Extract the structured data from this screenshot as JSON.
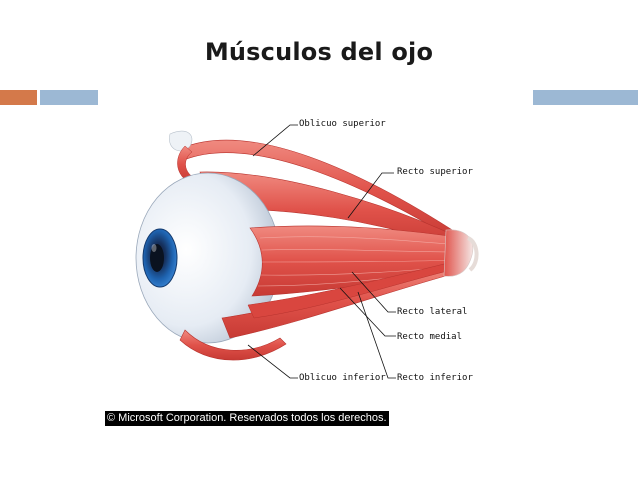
{
  "slide": {
    "title": "Músculos del ojo",
    "copyright": "© Microsoft Corporation. Reservados todos los derechos."
  },
  "diagram": {
    "labels": {
      "oblicuo_superior": "Oblicuo superior",
      "recto_superior": "Recto superior",
      "recto_lateral": "Recto lateral",
      "recto_medial": "Recto medial",
      "oblicuo_inferior": "Oblicuo inferior",
      "recto_inferior": "Recto inferior"
    }
  },
  "colors": {
    "accent_orange": "#d4794a",
    "accent_blue": "#9cb8d4",
    "muscle_red": "#e0524a",
    "iris_blue": "#1e63b0"
  }
}
